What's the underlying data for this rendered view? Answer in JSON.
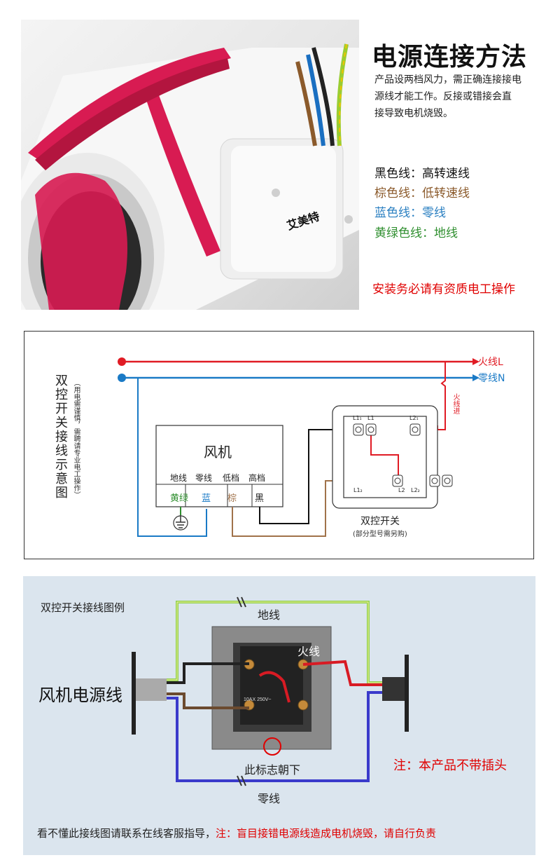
{
  "header": {
    "title": "电源连接方法",
    "desc_lines": [
      "产品设两档风力，需正确连接接电",
      "源线才能工作。反接或错接会直",
      "接导致电机烧毁。"
    ],
    "wires": [
      {
        "label": "黑色线：高转速线",
        "color": "#111111"
      },
      {
        "label": "棕色线：低转速线",
        "color": "#8b5a2b"
      },
      {
        "label": "蓝色线：零线",
        "color": "#2a7fc1"
      },
      {
        "label": "黄绿色线：地线",
        "color": "#2f8f2f"
      }
    ],
    "warning": "安装务必请有资质电工操作",
    "brand": "艾美特"
  },
  "diagram": {
    "title_vertical": "双控开关接线示意图",
    "note_vertical": "（用电需谨慎，需聘请专业电工操作）",
    "live_label": "火线L",
    "neutral_label": "零线N",
    "live_in": "火线进",
    "fan_title": "风机",
    "terminal_headers": [
      "地线",
      "零线",
      "低档",
      "高档"
    ],
    "terminal_cells": [
      "黄绿",
      "蓝",
      "棕",
      "黑"
    ],
    "switch_label": "双控开关",
    "switch_note": "(部分型号需另购)",
    "switch_terminals": [
      "L1₁",
      "L1",
      "L2₁",
      "L1₂",
      "L2",
      "L2₂"
    ]
  },
  "example": {
    "title": "双控开关接线图例",
    "ground": "地线",
    "live": "火线",
    "fan_cable": "风机电源线",
    "mark": "此标志朝下",
    "neutral": "零线",
    "note": "注：本产品不带插头",
    "switch_rating": "10AX 250V~",
    "footer_normal": "看不懂此接线图请联系在线客服指导，",
    "footer_red": "注：盲目接错电源线造成电机烧毁，请自行负责"
  },
  "colors": {
    "live": "#e01b24",
    "neutral": "#1a7ac6",
    "ground": "#8fd14f",
    "red_text": "#e00000",
    "pink": "#d81b52"
  }
}
